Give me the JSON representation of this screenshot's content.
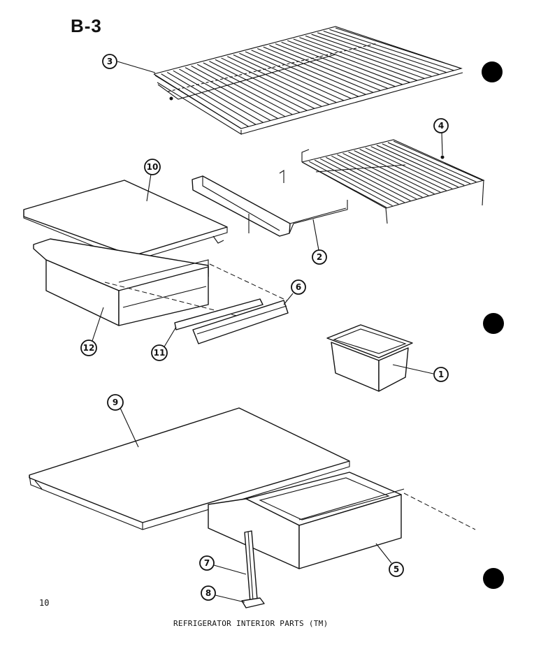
{
  "page": {
    "section_label": "B-3",
    "page_number": "10",
    "caption": "REFRIGERATOR INTERIOR PARTS (TM)"
  },
  "callouts": [
    {
      "id": "3",
      "label": "3"
    },
    {
      "id": "4",
      "label": "4"
    },
    {
      "id": "10",
      "label": "10"
    },
    {
      "id": "2",
      "label": "2"
    },
    {
      "id": "6",
      "label": "6"
    },
    {
      "id": "12",
      "label": "12"
    },
    {
      "id": "11",
      "label": "11"
    },
    {
      "id": "1",
      "label": "1"
    },
    {
      "id": "9",
      "label": "9"
    },
    {
      "id": "7",
      "label": "7"
    },
    {
      "id": "5",
      "label": "5"
    },
    {
      "id": "8",
      "label": "8"
    }
  ],
  "binder_holes": 3,
  "colors": {
    "ink": "#111111",
    "paper": "#ffffff"
  }
}
